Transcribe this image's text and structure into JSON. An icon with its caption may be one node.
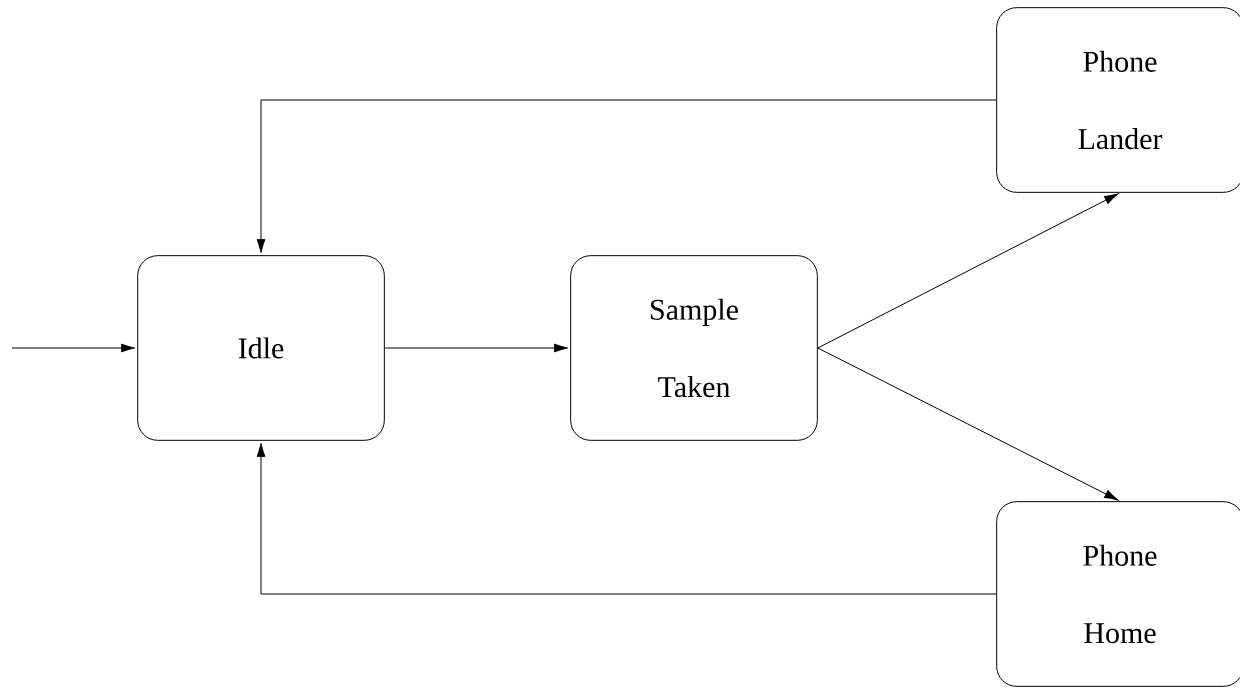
{
  "diagram": {
    "nodes": [
      {
        "text": [
          "Idle"
        ]
      },
      {
        "text": [
          "Sample Taken"
        ]
      },
      {
        "text": [
          "Phone Lander"
        ]
      },
      {
        "text": [
          "Phone Home"
        ]
      }
    ],
    "edges": [
      {
        "from": null,
        "to": 0,
        "arrow": "to"
      },
      {
        "from": 0,
        "to": 1,
        "arrow": "to"
      },
      {
        "from": 1,
        "to": 2,
        "arrow": "to"
      },
      {
        "from": 1,
        "to": 3,
        "arrow": "to"
      },
      {
        "from": 2,
        "to": 0,
        "arrow": "to"
      },
      {
        "from": 3,
        "to": 0,
        "arrow": "to"
      }
    ]
  }
}
